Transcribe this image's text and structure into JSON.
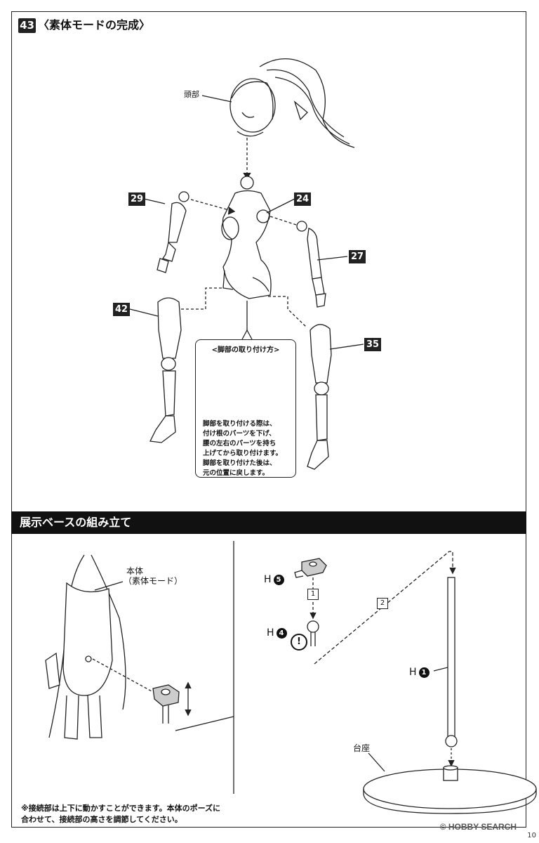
{
  "step": {
    "number": "43",
    "title": "〈素体モードの完成〉"
  },
  "labels": {
    "head": "頭部",
    "body_line1": "本体",
    "body_line2": "（素体モード）",
    "base": "台座"
  },
  "parts": {
    "p29": "29",
    "p24": "24",
    "p27": "27",
    "p42": "42",
    "p35": "35"
  },
  "callout": {
    "title": "<脚部の取り付け方>",
    "lines": [
      "脚部を取り付ける際は、",
      "付け根のパーツを下げ、",
      "腰の左右のパーツを持ち",
      "上げてから取り付けます。",
      "脚部を取り付けた後は、",
      "元の位置に戻します。"
    ]
  },
  "section2": {
    "title": "展示ベースの組み立て"
  },
  "base_parts": {
    "h5": {
      "letter": "H",
      "num": "5"
    },
    "h4": {
      "letter": "H",
      "num": "4"
    },
    "h1": {
      "letter": "H",
      "num": "1"
    },
    "step1": "1",
    "step2": "2",
    "warning": "!"
  },
  "note": {
    "line1": "※接続部は上下に動かすことができます。本体のポーズに",
    "line2": "合わせて、接続部の高さを調節してください。"
  },
  "footer": {
    "watermark": "© HOBBY SEARCH",
    "page": "10"
  }
}
